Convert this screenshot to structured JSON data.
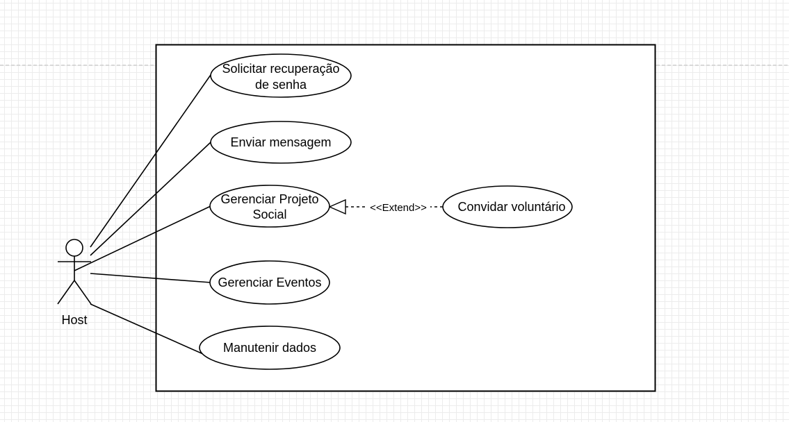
{
  "diagram": {
    "type": "use-case",
    "actor": {
      "name": "Host"
    },
    "use_cases": {
      "solicitar": {
        "lines": [
          "Solicitar recuperação",
          "de senha"
        ]
      },
      "enviar": {
        "lines": [
          "Enviar mensagem"
        ]
      },
      "gerenciar_projeto": {
        "lines": [
          "Gerenciar Projeto",
          "Social"
        ]
      },
      "gerenciar_eventos": {
        "lines": [
          "Gerenciar Eventos"
        ]
      },
      "manutenir": {
        "lines": [
          "Manutenir dados"
        ]
      },
      "convidar": {
        "lines": [
          "Convidar voluntário"
        ]
      }
    },
    "relationships": {
      "extend": {
        "label": "<<Extend>>",
        "from": "Convidar voluntário",
        "to": "Gerenciar Projeto Social"
      }
    },
    "associations": [
      "Solicitar recuperação de senha",
      "Enviar mensagem",
      "Gerenciar Projeto Social",
      "Gerenciar Eventos",
      "Manutenir dados"
    ]
  }
}
